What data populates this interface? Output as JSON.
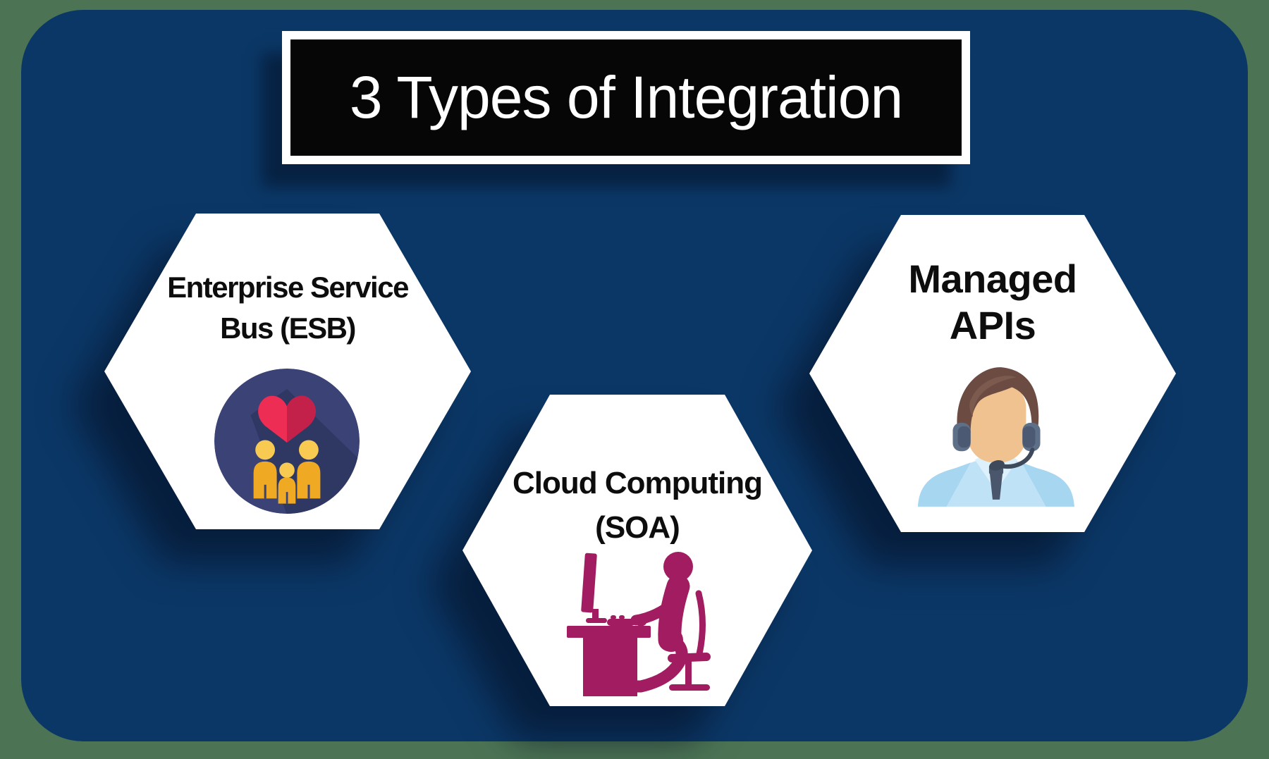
{
  "title": "3 Types of Integration",
  "hexagons": [
    {
      "label_line1": "Enterprise Service",
      "label_line2": "Bus (ESB)",
      "icon": "family-heart-icon"
    },
    {
      "label_line1": "Cloud Computing",
      "label_line2": "(SOA)",
      "icon": "person-at-desk-icon"
    },
    {
      "label_line1": "Managed",
      "label_line2": "APIs",
      "icon": "support-agent-headset-icon"
    }
  ],
  "colors": {
    "canvas_background": "#4C7454",
    "panel_navy": "#0B3766",
    "hexagon_fill": "#FFFFFF",
    "title_box_fill": "#060606",
    "title_text": "#FFFFFF",
    "label_text": "#0D0D0D",
    "esb_icon_circle": "#3A4276",
    "esb_heart_left": "#EE2D54",
    "esb_heart_right": "#C3204A",
    "esb_figures_body": "#F0A922",
    "esb_figures_head": "#F8CA52",
    "desk_icon_magenta": "#A11C60",
    "agent_hair": "#6B4B42",
    "agent_skin": "#F0C290",
    "agent_shirt": "#BFE2F6",
    "agent_headset": "#5E6F88",
    "agent_tie": "#4A566C"
  }
}
